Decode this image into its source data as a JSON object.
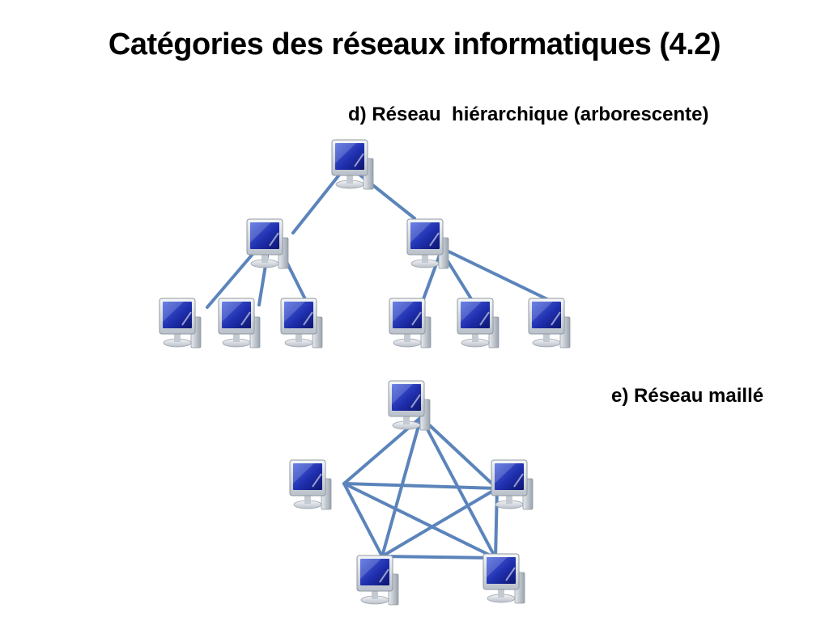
{
  "title": "Catégories des réseaux informatiques (4.2)",
  "tree": {
    "label": "d) Réseau  hiérarchique (arborescente)",
    "icon": "computer-icon"
  },
  "mesh": {
    "label": "e) Réseau maillé",
    "icon": "computer-icon"
  },
  "colors": {
    "link": "#5b84bb",
    "screen": "#1f2fae",
    "monitor_frame": "#d8dde4"
  }
}
